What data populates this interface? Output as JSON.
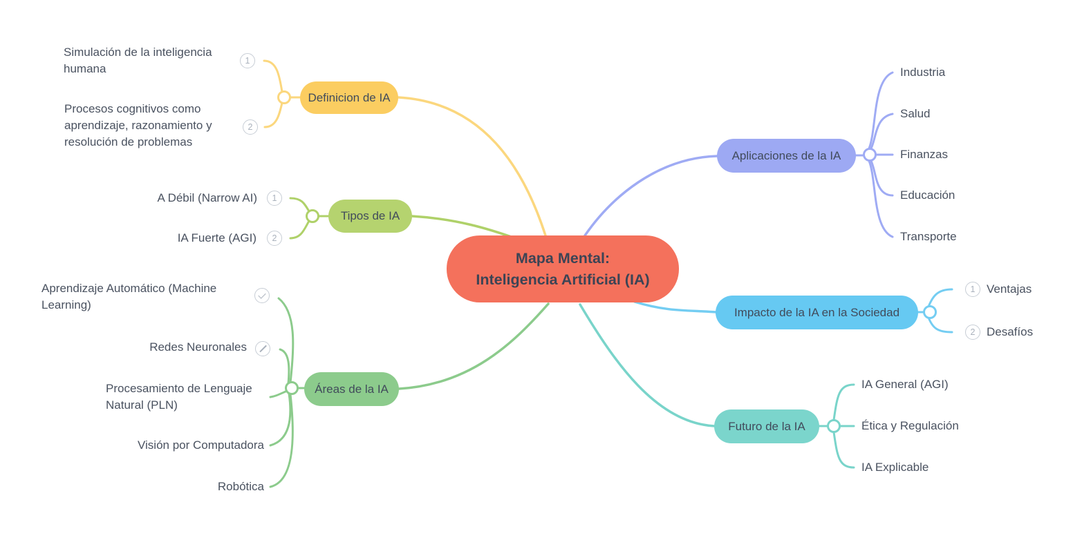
{
  "central": {
    "line1": "Mapa Mental:",
    "line2": "Inteligencia Artificial (IA)",
    "color": "#F4715C"
  },
  "colors": {
    "background": "#FFFFFF",
    "node_text": "#414B5B",
    "central_text": "#3C4455",
    "child_text": "#4A5260",
    "badge_ring": "#C7CDD5",
    "badge_glyph": "#A9B1BC"
  },
  "branches": [
    {
      "label": "Definicion de IA",
      "color": "#FBCD61",
      "line_color": "#FBD77E",
      "children": [
        {
          "text": "Simulación de la inteligencia humana",
          "badge": "1"
        },
        {
          "text": "Procesos cognitivos como aprendizaje, razonamiento y resolución de problemas",
          "badge": "2"
        }
      ]
    },
    {
      "label": "Tipos de IA",
      "color": "#B5D36F",
      "line_color": "#AFD169",
      "children": [
        {
          "text": "A Débil (Narrow AI)",
          "badge": "1"
        },
        {
          "text": "IA Fuerte (AGI)",
          "badge": "2"
        }
      ]
    },
    {
      "label": "Áreas de la IA",
      "color": "#8CCB8C",
      "line_color": "#8CCB8C",
      "children": [
        {
          "text": "Aprendizaje Automático (Machine Learning)",
          "badge": "check"
        },
        {
          "text": "Redes Neuronales",
          "badge": "slash"
        },
        {
          "text": "Procesamiento de Lenguaje Natural (PLN)",
          "badge": ""
        },
        {
          "text": "Visión por Computadora",
          "badge": ""
        },
        {
          "text": "Robótica",
          "badge": ""
        }
      ]
    },
    {
      "label": "Aplicaciones de la IA",
      "color": "#9DA9F3",
      "line_color": "#9FABF4",
      "children": [
        {
          "text": "Industria",
          "badge": ""
        },
        {
          "text": "Salud",
          "badge": ""
        },
        {
          "text": "Finanzas",
          "badge": ""
        },
        {
          "text": "Educación",
          "badge": ""
        },
        {
          "text": "Transporte",
          "badge": ""
        }
      ]
    },
    {
      "label": "Impacto de la IA en la Sociedad",
      "color": "#66C9F2",
      "line_color": "#74CDF2",
      "children": [
        {
          "text": "Ventajas",
          "badge": "1"
        },
        {
          "text": "Desafíos",
          "badge": "2"
        }
      ]
    },
    {
      "label": "Futuro de la IA",
      "color": "#7BD5CC",
      "line_color": "#79D4CA",
      "children": [
        {
          "text": "IA General (AGI)",
          "badge": ""
        },
        {
          "text": "Ética y Regulación",
          "badge": ""
        },
        {
          "text": "IA Explicable",
          "badge": ""
        }
      ]
    }
  ]
}
